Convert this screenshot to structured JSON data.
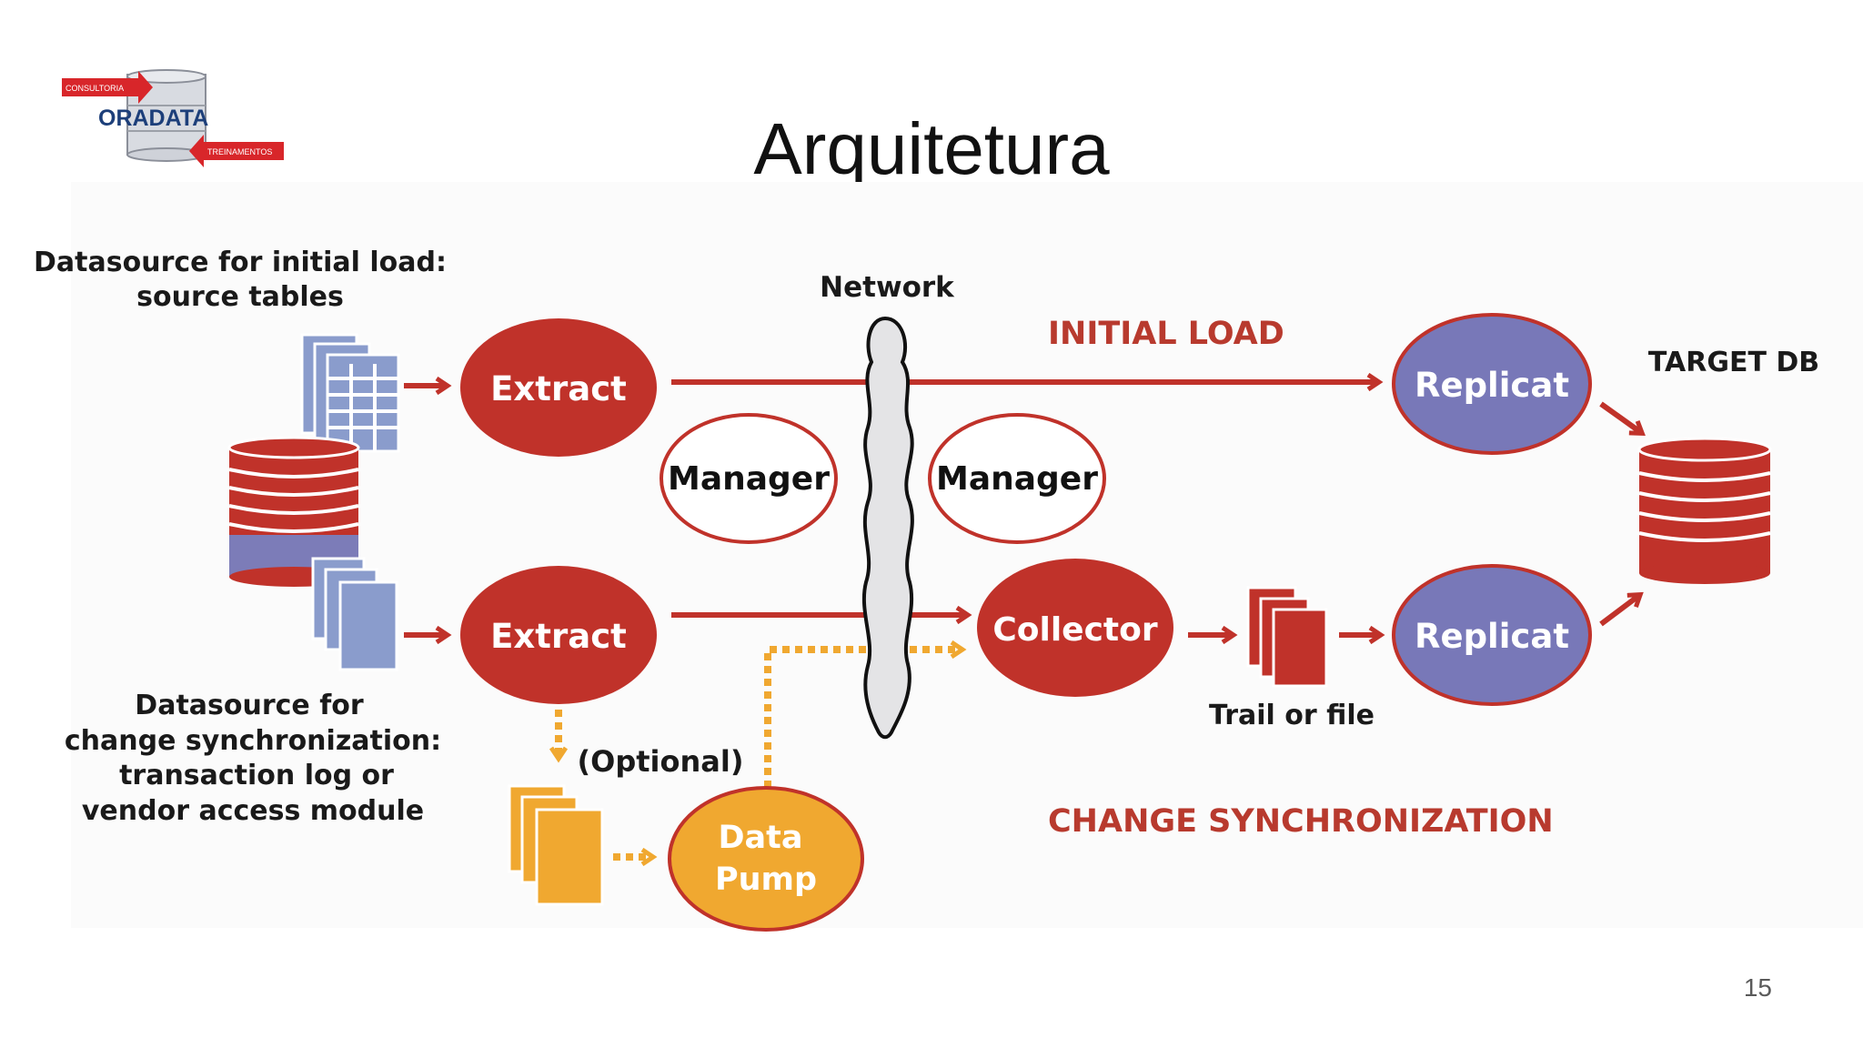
{
  "slide": {
    "title": "Arquitetura",
    "page_number": "15"
  },
  "logo": {
    "top_tag": "CONSULTORIA",
    "name": "ORADATA",
    "bottom_tag": "TREINAMENTOS"
  },
  "diagram": {
    "source_initial": [
      "Datasource for initial load:",
      "source tables"
    ],
    "source_change": [
      "Datasource for",
      "change synchronization:",
      "transaction log or",
      "vendor access module"
    ],
    "network": "Network",
    "initial_load": "INITIAL LOAD",
    "change_sync": "CHANGE SYNCHRONIZATION",
    "target_db": "TARGET DB",
    "extract_top": "Extract",
    "extract_bottom": "Extract",
    "manager_left": "Manager",
    "manager_right": "Manager",
    "replicat_top": "Replicat",
    "replicat_bottom": "Replicat",
    "collector": "Collector",
    "trail": "Trail or file",
    "optional": "(Optional)",
    "data_pump": [
      "Data",
      "Pump"
    ]
  },
  "colors": {
    "process_red": "#c0322a",
    "replicat_purple": "#7878b8",
    "pump_orange": "#f0a830",
    "source_blue": "#8a9ccc",
    "label_red": "#b83a2e",
    "logo_navy": "#1d3f7a"
  }
}
